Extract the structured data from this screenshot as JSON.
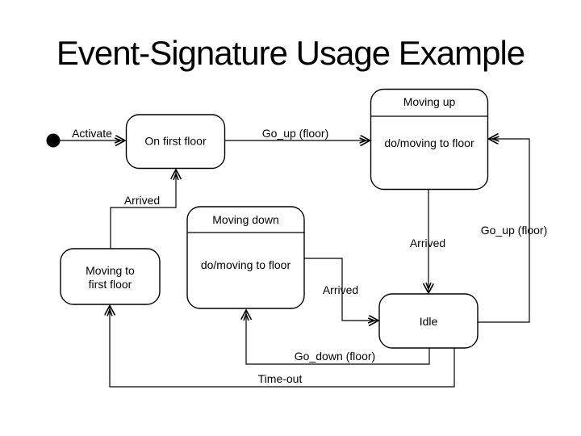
{
  "slide": {
    "title": "Event-Signature Usage Example",
    "background_color": "#ffffff",
    "title_color": "#000000",
    "line_color": "#000000"
  },
  "diagram": {
    "type": "uml-state-diagram",
    "initial_marker": "filled-circle",
    "states": [
      {
        "name": "On first floor"
      },
      {
        "name": "Moving up",
        "activity": "do/moving to floor"
      },
      {
        "name": "Moving down",
        "activity": "do/moving to floor"
      },
      {
        "name": "Moving to first floor",
        "name_line1": "Moving to",
        "name_line2": "first floor"
      },
      {
        "name": "Idle"
      }
    ],
    "transitions": [
      {
        "label": "Activate",
        "from": "initial",
        "to": "On first floor"
      },
      {
        "label": "Go_up (floor)",
        "from": "On first floor",
        "to": "Moving up"
      },
      {
        "label": "Arrived",
        "from": "Moving to first floor",
        "to": "On first floor"
      },
      {
        "label": "Arrived",
        "from": "Moving up",
        "to": "Idle"
      },
      {
        "label": "Go_up (floor)",
        "from": "Idle",
        "to": "Moving up"
      },
      {
        "label": "Arrived",
        "from": "Moving down",
        "to": "Idle"
      },
      {
        "label": "Go_down (floor)",
        "from": "Idle",
        "to": "Moving down"
      },
      {
        "label": "Time-out",
        "from": "Idle",
        "to": "Moving to first floor"
      }
    ]
  }
}
